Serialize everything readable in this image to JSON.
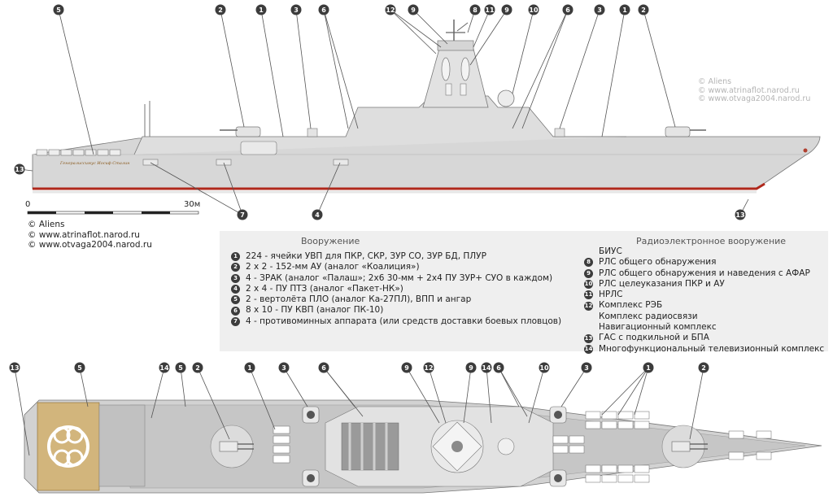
{
  "hull_name": "Генералиссимус Иосиф Сталин",
  "callouts": {
    "one": "1",
    "two": "2",
    "three": "3",
    "four": "4",
    "five": "5",
    "six": "6",
    "seven": "7",
    "eight": "8",
    "nine": "9",
    "ten": "10",
    "eleven": "11",
    "twelve": "12",
    "thirteen": "13",
    "fourteen": "14"
  },
  "scale_bar": {
    "start": "0",
    "end": "30м"
  },
  "credits": [
    "© Aliens",
    "© www.atrinaflot.narod.ru",
    "© www.otvaga2004.narod.ru"
  ],
  "legend": {
    "armament_title": "Вооружение",
    "armament_items": [
      {
        "num": "1",
        "text": "224 - ячейки УВП для ПКР, СКР, ЗУР СО, ЗУР БД, ПЛУР"
      },
      {
        "num": "2",
        "text": "2 х 2 - 152-мм АУ (аналог «Коалиция»)"
      },
      {
        "num": "3",
        "text": "4 - ЗРАК (аналог «Палаш»; 2х6 30-мм + 2х4 ПУ ЗУР+ СУО в каждом)"
      },
      {
        "num": "4",
        "text": "2 х 4 - ПУ ПТЗ (аналог «Пакет-НК»)"
      },
      {
        "num": "5",
        "text": "2 - вертолёта ПЛО (аналог Ка-27ПЛ), ВПП и ангар"
      },
      {
        "num": "6",
        "text": "8 х 10 - ПУ КВП (аналог ПК-10)"
      },
      {
        "num": "7",
        "text": "4 - противоминных аппарата (или средств доставки боевых пловцов)"
      }
    ],
    "electronics_title": "Радиоэлектронное вооружение",
    "electronics_items": [
      {
        "num": "",
        "text": "БИУС"
      },
      {
        "num": "8",
        "text": "РЛС общего обнаружения"
      },
      {
        "num": "9",
        "text": "РЛС общего обнаружения и наведения с АФАР"
      },
      {
        "num": "10",
        "text": "РЛС целеуказания ПКР и АУ"
      },
      {
        "num": "11",
        "text": "НРЛС"
      },
      {
        "num": "12",
        "text": "Комплекс РЭБ"
      },
      {
        "num": "",
        "text": "Комплекс радиосвязи"
      },
      {
        "num": "",
        "text": "Навигационный комплекс"
      },
      {
        "num": "13",
        "text": "ГАС с подкильной и БПА"
      },
      {
        "num": "14",
        "text": "Многофункциональный телевизионный комплекс"
      }
    ]
  },
  "colors": {
    "hull": "#d7d7d7",
    "deck": "#c3c3c3",
    "waterline": "#b0281c",
    "callout": "#3c3c3c",
    "helipad": "#d2b57c",
    "panel": "#efefef"
  }
}
